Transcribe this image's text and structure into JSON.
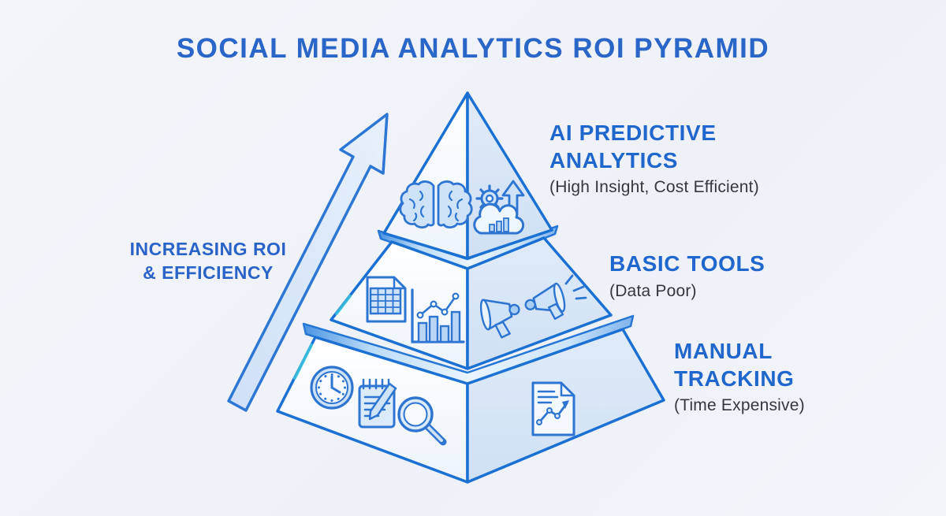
{
  "title": "SOCIAL MEDIA ANALYTICS ROI PYRAMID",
  "arrow": {
    "label_line1": "INCREASING ROI",
    "label_line2": "& EFFICIENCY"
  },
  "tiers": {
    "top": {
      "heading_line1": "AI PREDICTIVE",
      "heading_line2": "ANALYTICS",
      "subtitle": "(High Insight, Cost Efficient)",
      "icons": [
        "brain-icon",
        "ai-cloud-analytics-icon"
      ]
    },
    "middle": {
      "heading_line1": "BASIC TOOLS",
      "subtitle": "(Data Poor)",
      "icons": [
        "spreadsheet-icon",
        "bar-trend-chart-icon",
        "megaphone-icon",
        "megaphone-announce-icon"
      ]
    },
    "bottom": {
      "heading_line1": "MANUAL",
      "heading_line2": "TRACKING",
      "subtitle": "(Time Expensive)",
      "icons": [
        "clock-icon",
        "notepad-pencil-icon",
        "magnifier-icon",
        "report-chart-icon"
      ]
    }
  },
  "colors": {
    "title_blue": "#2a66c8",
    "heading_blue": "#1f66cd",
    "subtitle_dark": "#33383f",
    "outline_blue": "#1b70d3",
    "icon_blue": "#2e75d2",
    "face_light": "#fbfdff",
    "face_shaded": "#d8e6f8",
    "bevel_glow_blue": "#4f97e3",
    "cyan_accent": "#3fd0de",
    "background": "#f0f3f9",
    "arrow_fill": "#d7e5f9"
  }
}
